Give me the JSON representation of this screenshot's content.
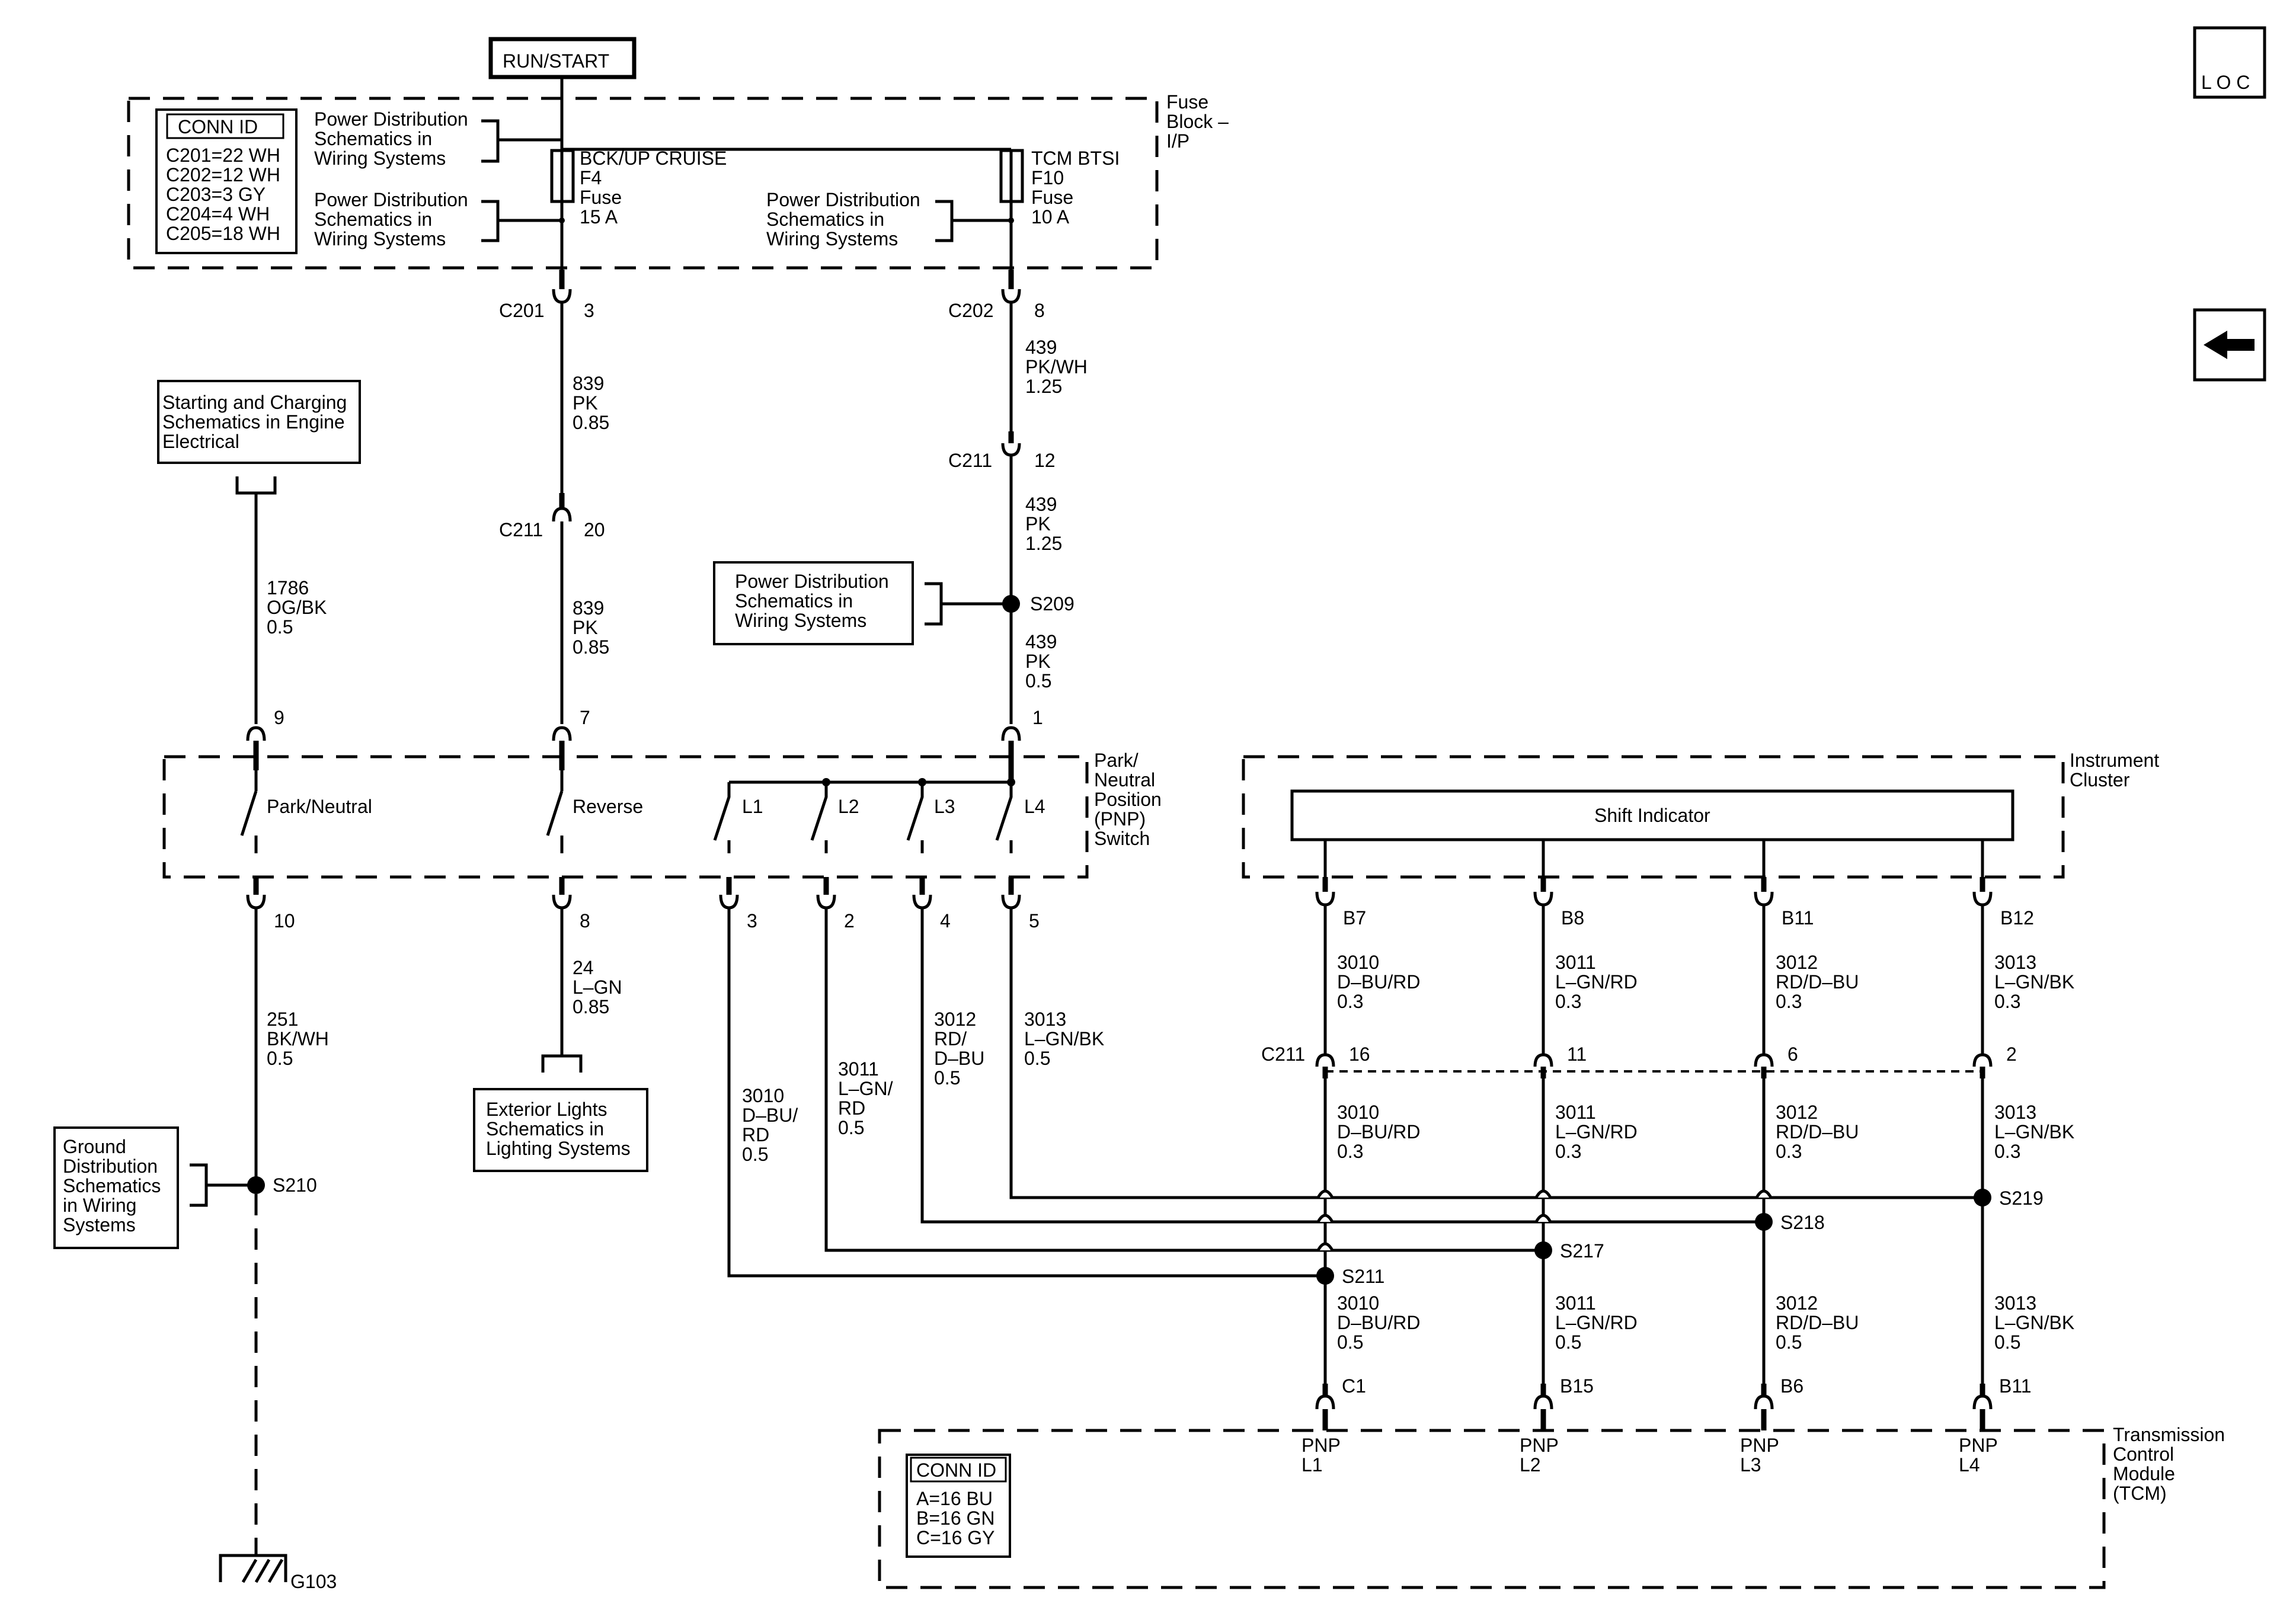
{
  "nav": {
    "loc_label": "L O C",
    "back_icon": "left-arrow-icon"
  },
  "power_source": "RUN/START",
  "fuse_block": {
    "label_lines": [
      "Fuse",
      "Block –",
      "I/P"
    ],
    "conn_id": {
      "title": "CONN ID",
      "rows": [
        "C201=22 WH",
        "C202=12 WH",
        "C203=3 GY",
        "C204=4 WH",
        "C205=18 WH"
      ]
    },
    "power_refs": [
      [
        "Power Distribution",
        "Schematics in",
        "Wiring Systems"
      ],
      [
        "Power Distribution",
        "Schematics in",
        "Wiring Systems"
      ],
      [
        "Power Distribution",
        "Schematics in",
        "Wiring Systems"
      ]
    ],
    "fuses": [
      {
        "name": "BCK/UP CRUISE",
        "id": "F4",
        "type": "Fuse",
        "rating": "15 A"
      },
      {
        "name": "TCM BTSI",
        "id": "F10",
        "type": "Fuse",
        "rating": "10 A"
      }
    ]
  },
  "connectors": {
    "c201": {
      "name": "C201",
      "pin": "3"
    },
    "c202": {
      "name": "C202",
      "pin": "8"
    },
    "c211_12": {
      "name": "C211",
      "pin": "12"
    },
    "c211_20": {
      "name": "C211",
      "pin": "20"
    },
    "c211_bus": {
      "name": "C211",
      "pins": [
        "16",
        "11",
        "6",
        "2"
      ]
    }
  },
  "wires": {
    "w839a": [
      "839",
      "PK",
      "0.85"
    ],
    "w839b": [
      "839",
      "PK",
      "0.85"
    ],
    "w439a": [
      "439",
      "PK/WH",
      "1.25"
    ],
    "w439b": [
      "439",
      "PK",
      "1.25"
    ],
    "w439c": [
      "439",
      "PK",
      "0.5"
    ],
    "w1786": [
      "1786",
      "OG/BK",
      "0.5"
    ],
    "w251": [
      "251",
      "BK/WH",
      "0.5"
    ],
    "w24": [
      "24",
      "L–GN",
      "0.85"
    ],
    "sw3010": [
      "3010",
      "D–BU/",
      "RD",
      "0.5"
    ],
    "sw3011": [
      "3011",
      "L–GN/",
      "RD",
      "0.5"
    ],
    "sw3012": [
      "3012",
      "RD/",
      "D–BU",
      "0.5"
    ],
    "sw3013": [
      "3013",
      "L–GN/BK",
      "0.5"
    ],
    "ic_top": [
      [
        "3010",
        "D–BU/RD",
        "0.3"
      ],
      [
        "3011",
        "L–GN/RD",
        "0.3"
      ],
      [
        "3012",
        "RD/D–BU",
        "0.3"
      ],
      [
        "3013",
        "L–GN/BK",
        "0.3"
      ]
    ],
    "ic_mid": [
      [
        "3010",
        "D–BU/RD",
        "0.3"
      ],
      [
        "3011",
        "L–GN/RD",
        "0.3"
      ],
      [
        "3012",
        "RD/D–BU",
        "0.3"
      ],
      [
        "3013",
        "L–GN/BK",
        "0.3"
      ]
    ],
    "ic_bot": [
      [
        "3010",
        "D–BU/RD",
        "0.5"
      ],
      [
        "3011",
        "L–GN/RD",
        "0.5"
      ],
      [
        "3012",
        "RD/D–BU",
        "0.5"
      ],
      [
        "3013",
        "L–GN/BK",
        "0.5"
      ]
    ]
  },
  "splices": {
    "s209": "S209",
    "s210": "S210",
    "s211": "S211",
    "s217": "S217",
    "s218": "S218",
    "s219": "S219"
  },
  "refs": {
    "starting": [
      "Starting and Charging",
      "Schematics in Engine",
      "Electrical"
    ],
    "power_s209": [
      "Power Distribution",
      "Schematics in",
      "Wiring Systems"
    ],
    "exterior": [
      "Exterior Lights",
      "Schematics in",
      "Lighting Systems"
    ],
    "ground": [
      "Ground",
      "Distribution",
      "Schematics",
      "in Wiring",
      "Systems"
    ]
  },
  "pnp_switch": {
    "label_lines": [
      "Park/",
      "Neutral",
      "Position",
      "(PNP)",
      "Switch"
    ],
    "switches": [
      "Park/Neutral",
      "Reverse",
      "L1",
      "L2",
      "L3",
      "L4"
    ],
    "top_pins": [
      "9",
      "7",
      "1"
    ],
    "bottom_pins": [
      "10",
      "8",
      "3",
      "2",
      "4",
      "5"
    ]
  },
  "instrument_cluster": {
    "label_lines": [
      "Instrument",
      "Cluster"
    ],
    "component": "Shift Indicator",
    "pins": [
      "B7",
      "B8",
      "B11",
      "B12"
    ]
  },
  "tcm": {
    "label_lines": [
      "Transmission",
      "Control",
      "Module",
      "(TCM)"
    ],
    "pins": [
      "C1",
      "B15",
      "B6",
      "B11"
    ],
    "inputs": [
      [
        "PNP",
        "L1"
      ],
      [
        "PNP",
        "L2"
      ],
      [
        "PNP",
        "L3"
      ],
      [
        "PNP",
        "L4"
      ]
    ],
    "conn_id": {
      "title": "CONN ID",
      "rows": [
        "A=16 BU",
        "B=16 GN",
        "C=16 GY"
      ]
    }
  },
  "ground": "G103"
}
